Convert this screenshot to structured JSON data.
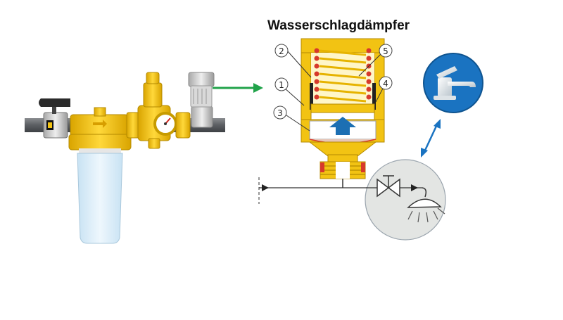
{
  "title": "Wasserschlagdämpfer",
  "callouts": [
    "1",
    "2",
    "3",
    "4",
    "5"
  ],
  "colors": {
    "brass": "#f2c313",
    "brass_dark": "#c99a00",
    "spring": "#d7392b",
    "arrow_green": "#21a34a",
    "arrow_blue": "#1c6fb3",
    "faucet_circle": "#1a73c1",
    "inset_circle": "#e3e5e3",
    "pipe": "#5f6266",
    "filter_bowl": "#d9ecf8"
  },
  "icons": [
    "faucet-icon",
    "valve-symbol-icon",
    "shower-head-icon",
    "pressure-gauge-icon"
  ]
}
